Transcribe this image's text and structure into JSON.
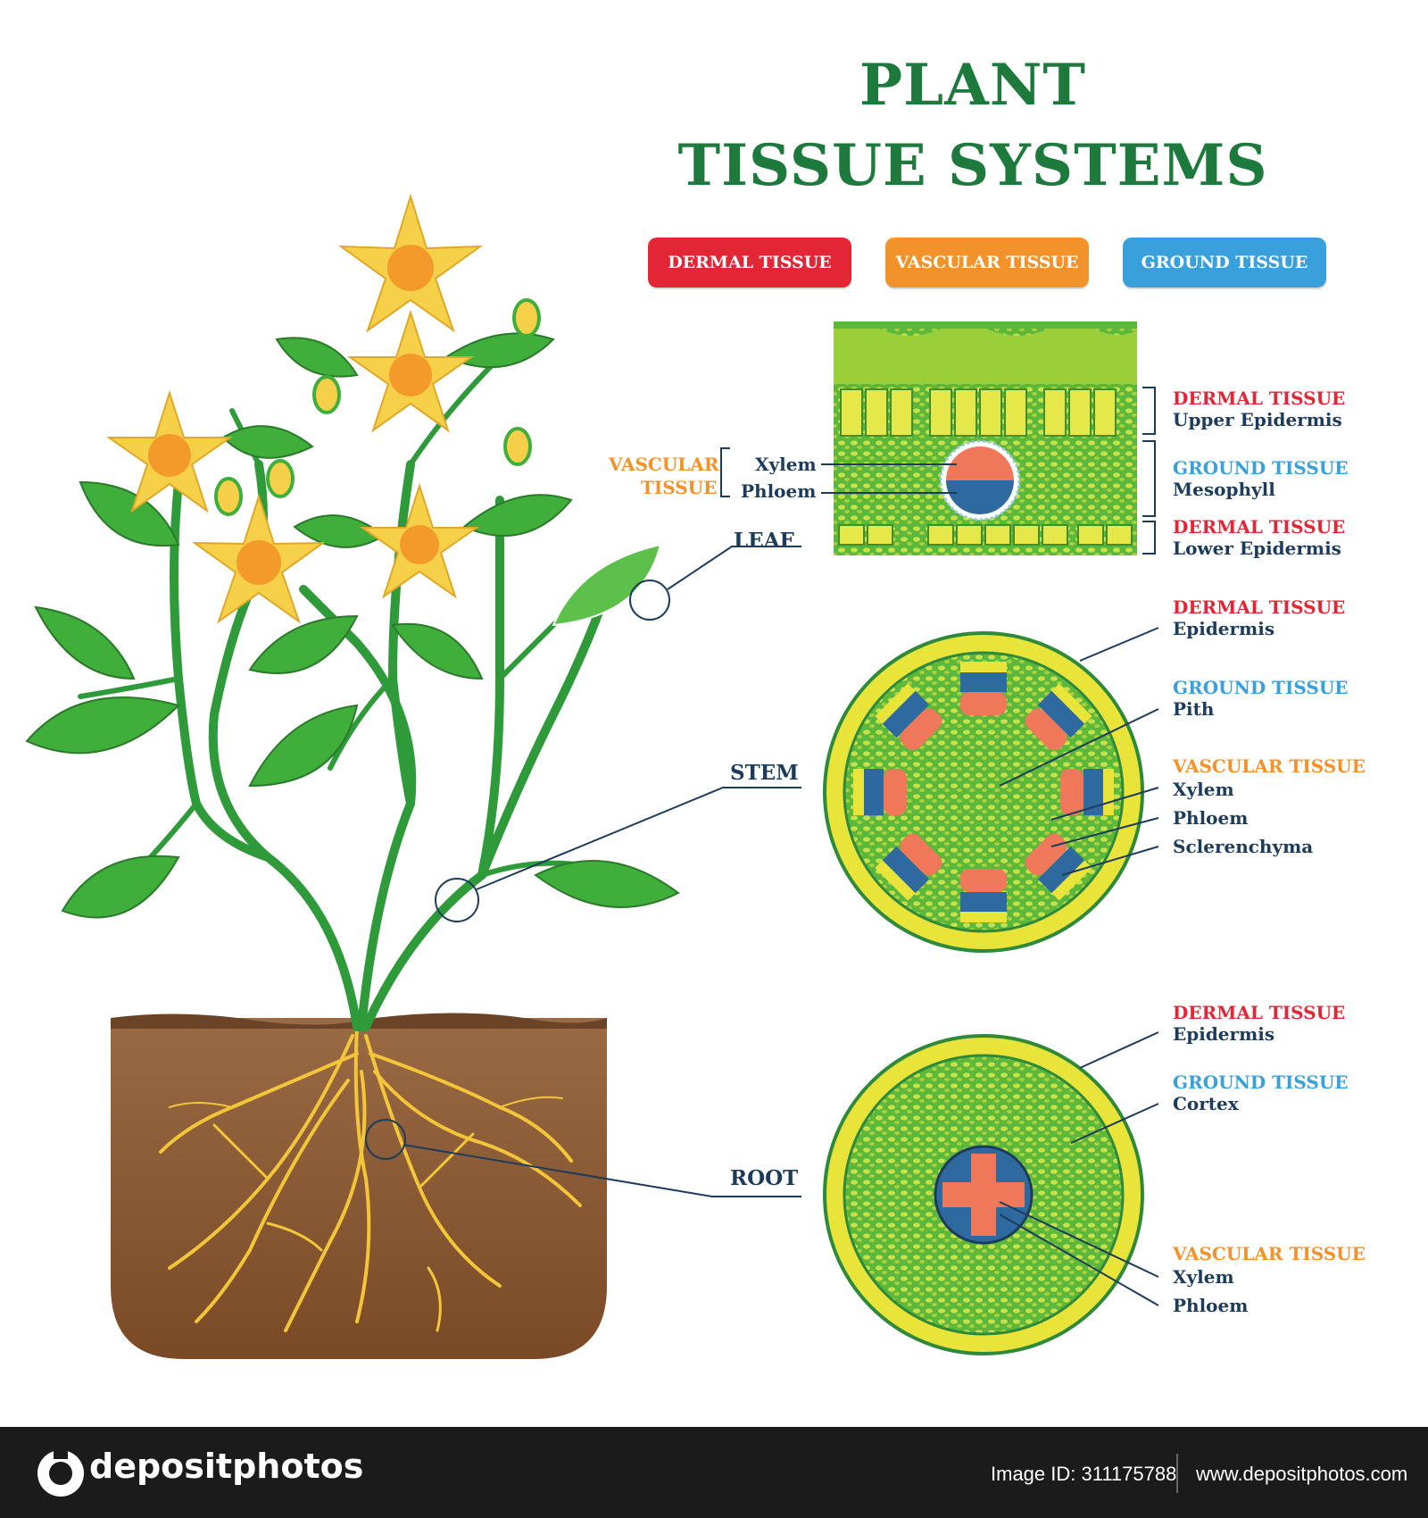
{
  "title": {
    "line1": "PLANT",
    "line2": "TISSUE SYSTEMS"
  },
  "legend": [
    {
      "label": "DERMAL TISSUE",
      "color": "#e32636"
    },
    {
      "label": "VASCULAR TISSUE",
      "color": "#f2922a"
    },
    {
      "label": "GROUND TISSUE",
      "color": "#3aa0dc"
    }
  ],
  "organs": {
    "leaf": "LEAF",
    "stem": "STEM",
    "root": "ROOT"
  },
  "leaf_section": {
    "vascular_line1": "VASCULAR",
    "vascular_line2": "TISSUE",
    "xylem": "Xylem",
    "phloem": "Phloem",
    "labels": [
      {
        "type": "DERMAL TISSUE",
        "name": "Upper Epidermis"
      },
      {
        "type": "GROUND TISSUE",
        "name": "Mesophyll"
      },
      {
        "type": "DERMAL TISSUE",
        "name": "Lower Epidermis"
      }
    ]
  },
  "stem_section": {
    "dermal": "DERMAL TISSUE",
    "epidermis": "Epidermis",
    "ground": "GROUND TISSUE",
    "pith": "Pith",
    "vascular": "VASCULAR TISSUE",
    "xylem": "Xylem",
    "phloem": "Phloem",
    "sclerenchyma": "Sclerenchyma"
  },
  "root_section": {
    "dermal": "DERMAL TISSUE",
    "epidermis": "Epidermis",
    "ground": "GROUND TISSUE",
    "cortex": "Cortex",
    "vascular": "VASCULAR TISSUE",
    "xylem": "Xylem",
    "phloem": "Phloem"
  },
  "footer": {
    "brand": "depositphotos",
    "image_id": "Image ID: 311175788",
    "site": "www.depositphotos.com"
  },
  "colors": {
    "title_green": "#1e7a3c",
    "navy": "#1d3c5c",
    "soil": "#8a5a3a",
    "xylem": "#f0785a",
    "phloem": "#2e6aa0"
  }
}
